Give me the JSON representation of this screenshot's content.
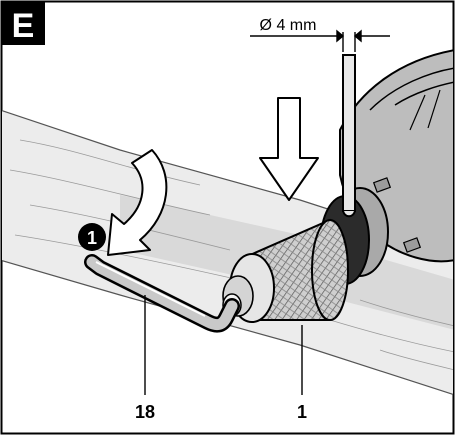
{
  "figure": {
    "panel_letter": "E",
    "diameter_label": "Ø 4 mm",
    "step_number": "1",
    "callouts": {
      "hex_key": "18",
      "chuck": "1"
    }
  },
  "colors": {
    "ink": "#000000",
    "board_shade": "#d9d9d9",
    "tool_shade": "#bdbdbd",
    "paper": "#ffffff"
  }
}
